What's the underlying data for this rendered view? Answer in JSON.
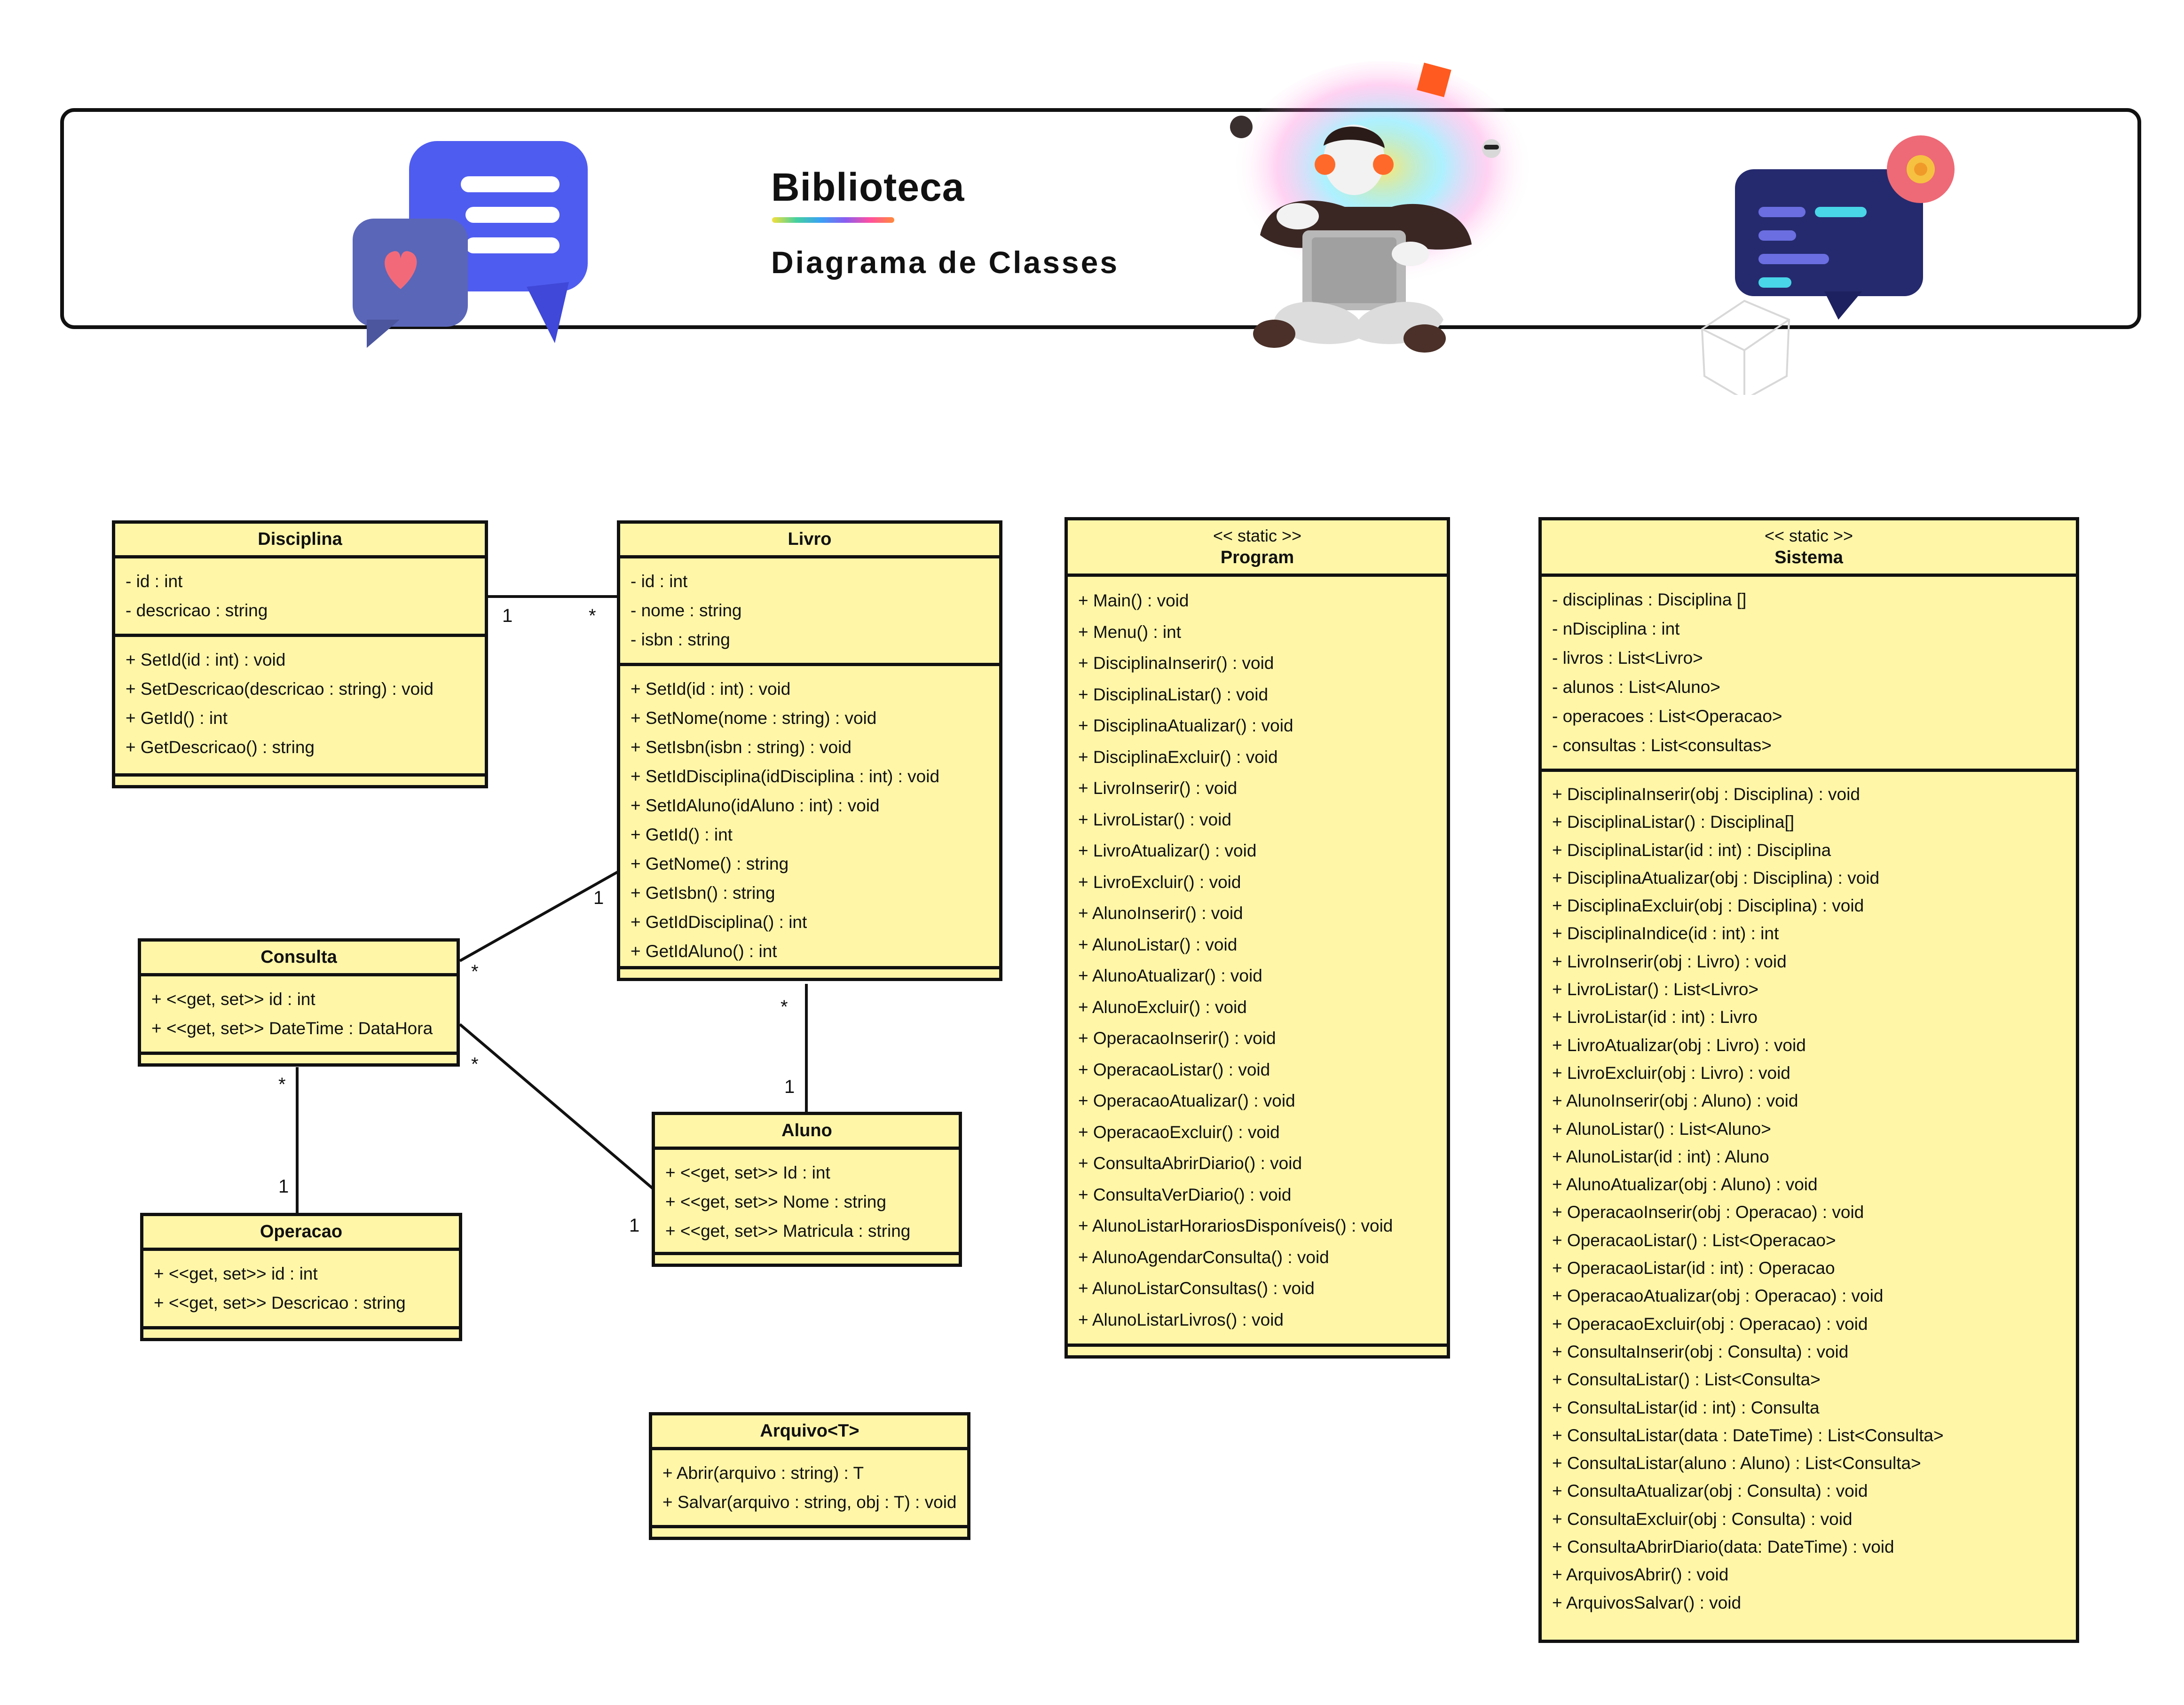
{
  "banner": {
    "title": "Biblioteca",
    "subtitle": "Diagrama de Classes"
  },
  "classes": {
    "disciplina": {
      "name": "Disciplina",
      "attributes": [
        "- id : int",
        "- descricao : string"
      ],
      "methods": [
        "+ SetId(id : int) : void",
        "+ SetDescricao(descricao : string) : void",
        "+ GetId() : int",
        "+ GetDescricao() : string"
      ]
    },
    "livro": {
      "name": "Livro",
      "attributes": [
        "-  id : int",
        "-  nome : string",
        "-  isbn : string"
      ],
      "methods": [
        "+ SetId(id : int) : void",
        "+ SetNome(nome : string) : void",
        "+ SetIsbn(isbn : string) : void",
        "+ SetIdDisciplina(idDisciplina : int) : void",
        "+ SetIdAluno(idAluno : int) : void",
        "+ GetId() : int",
        "+ GetNome() : string",
        "+ GetIsbn() : string",
        "+ GetIdDisciplina() : int",
        "+ GetIdAluno() : int"
      ]
    },
    "consulta": {
      "name": "Consulta",
      "attributes": [
        "+  <<get, set>> id : int",
        "+  <<get, set>> DateTime : DataHora"
      ]
    },
    "operacao": {
      "name": "Operacao",
      "attributes": [
        "+  <<get, set>> id : int",
        "+  <<get, set>> Descricao : string"
      ]
    },
    "aluno": {
      "name": "Aluno",
      "attributes": [
        "+  <<get, set>> Id : int",
        "+  <<get, set>> Nome : string",
        "+  <<get, set>> Matricula : string"
      ]
    },
    "arquivo": {
      "name": "Arquivo<T>",
      "methods": [
        "+ Abrir(arquivo : string) : T",
        "+ Salvar(arquivo : string, obj : T) : void"
      ]
    },
    "program": {
      "stereotype": "<< static >>",
      "name": "Program",
      "methods": [
        "+ Main() : void",
        "+ Menu() : int",
        "+ DisciplinaInserir() : void",
        "+ DisciplinaListar() : void",
        "+ DisciplinaAtualizar() : void",
        "+ DisciplinaExcluir() : void",
        "+ LivroInserir() : void",
        "+ LivroListar() : void",
        "+ LivroAtualizar() : void",
        "+ LivroExcluir() : void",
        "+ AlunoInserir() : void",
        "+ AlunoListar() : void",
        "+ AlunoAtualizar() : void",
        "+ AlunoExcluir() : void",
        "+ OperacaoInserir() : void",
        "+ OperacaoListar() : void",
        "+ OperacaoAtualizar() : void",
        "+ OperacaoExcluir() : void",
        "+ ConsultaAbrirDiario() : void",
        "+ ConsultaVerDiario() : void",
        "+ AlunoListarHorariosDisponíveis() : void",
        "+ AlunoAgendarConsulta() : void",
        "+ AlunoListarConsultas() : void",
        "+ AlunoListarLivros() : void"
      ]
    },
    "sistema": {
      "stereotype": "<< static >>",
      "name": "Sistema",
      "attributes": [
        "-  disciplinas : Disciplina []",
        "-  nDisciplina : int",
        "-  livros : List<Livro>",
        "-  alunos : List<Aluno>",
        "-  operacoes : List<Operacao>",
        "-  consultas : List<consultas>"
      ],
      "methods": [
        "+ DisciplinaInserir(obj : Disciplina) : void",
        "+ DisciplinaListar() : Disciplina[]",
        "+ DisciplinaListar(id : int) : Disciplina",
        "+ DisciplinaAtualizar(obj : Disciplina) : void",
        "+ DisciplinaExcluir(obj : Disciplina) : void",
        "+ DisciplinaIndice(id : int) : int",
        "+ LivroInserir(obj : Livro) : void",
        "+ LivroListar() : List<Livro>",
        "+ LivroListar(id : int) : Livro",
        "+ LivroAtualizar(obj : Livro) : void",
        "+ LivroExcluir(obj : Livro) : void",
        "+ AlunoInserir(obj : Aluno) : void",
        "+ AlunoListar() : List<Aluno>",
        "+ AlunoListar(id : int) : Aluno",
        "+ AlunoAtualizar(obj : Aluno) : void",
        "+ OperacaoInserir(obj : Operacao) : void",
        "+ OperacaoListar() : List<Operacao>",
        "+ OperacaoListar(id : int) : Operacao",
        "+ OperacaoAtualizar(obj : Operacao) : void",
        "+ OperacaoExcluir(obj : Operacao) : void",
        "+ ConsultaInserir(obj : Consulta) : void",
        "+ ConsultaListar() : List<Consulta>",
        "+ ConsultaListar(id : int) : Consulta",
        "+ ConsultaListar(data : DateTime) : List<Consulta>",
        "+ ConsultaListar(aluno : Aluno) : List<Consulta>",
        "+ ConsultaAtualizar(obj : Consulta) : void",
        "+ ConsultaExcluir(obj : Consulta) : void",
        "+ ConsultaAbrirDiario(data: DateTime) : void",
        "+ ArquivosAbrir() : void",
        "+ ArquivosSalvar() : void"
      ]
    }
  },
  "multiplicities": {
    "disciplina_livro_a": "1",
    "disciplina_livro_b": "*",
    "livro_consulta_a": "1",
    "livro_consulta_b": "*",
    "consulta_aluno_a": "*",
    "consulta_aluno_b": "1",
    "livro_aluno_a": "*",
    "livro_aluno_b": "1",
    "consulta_operacao_a": "*",
    "consulta_operacao_b": "1"
  },
  "icons": {
    "chat": "chat-bubbles-icon",
    "heart": "heart-icon",
    "person": "person-laptop-icon",
    "message": "message-bubble-icon",
    "flower": "flower-badge-icon",
    "cube": "wireframe-cube-icon"
  }
}
